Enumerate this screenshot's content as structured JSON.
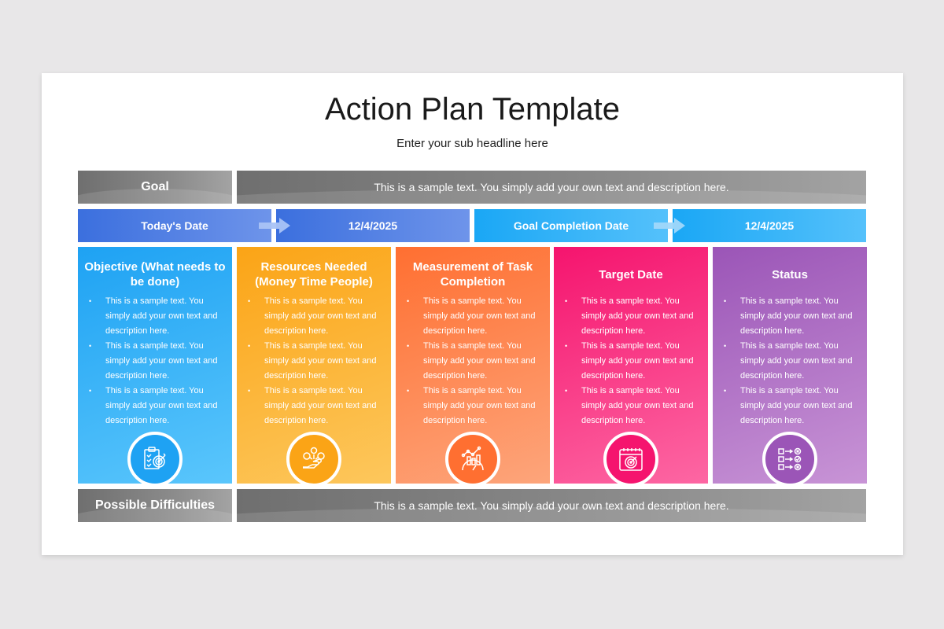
{
  "slide": {
    "title": "Action Plan Template",
    "subtitle": "Enter your sub headline here"
  },
  "goal": {
    "label": "Goal",
    "text": "This is a sample text. You simply add your own text and description here."
  },
  "dates": {
    "today_label": "Today's Date",
    "today_value": "12/4/2025",
    "completion_label": "Goal Completion Date",
    "completion_value": "12/4/2025"
  },
  "columns": [
    {
      "title": "Objective (What needs to be done)",
      "icon": "clipboard-target-icon",
      "color": "#1ea2f3",
      "bullets": [
        "This is a sample text. You simply add your own text and description here.",
        "This is a sample text. You simply add your own text and description here.",
        "This is a sample text. You simply add your own text and description here."
      ]
    },
    {
      "title": "Resources Needed (Money Time People)",
      "icon": "hand-resources-icon",
      "color": "#fba416",
      "bullets": [
        "This is a sample text. You simply add your own text and description here.",
        "This is a sample text. You simply add your own text and description here.",
        "This is a sample text. You simply add your own text and description here."
      ]
    },
    {
      "title": "Measurement of Task Completion",
      "icon": "gauge-chart-icon",
      "color": "#ff6f31",
      "bullets": [
        "This is a sample text. You simply add your own text and description here.",
        "This is a sample text. You simply add your own text and description here.",
        "This is a sample text. You simply add your own text and description here."
      ]
    },
    {
      "title": "Target Date",
      "icon": "calendar-target-icon",
      "color": "#f5146e",
      "bullets": [
        "This is a sample text. You simply add your own text and description here.",
        "This is a sample text. You simply add your own text and description here.",
        "This is a sample text. You simply add your own text and description here."
      ]
    },
    {
      "title": "Status",
      "icon": "checklist-status-icon",
      "color": "#9b55b7",
      "bullets": [
        "This is a sample text. You simply add your own text and description here.",
        "This is a sample text. You simply add your own text and description here.",
        "This is a sample text. You simply add your own text and description here."
      ]
    }
  ],
  "difficulties": {
    "label": "Possible Difficulties",
    "text": "This is a sample text. You simply add your own text and description here."
  }
}
